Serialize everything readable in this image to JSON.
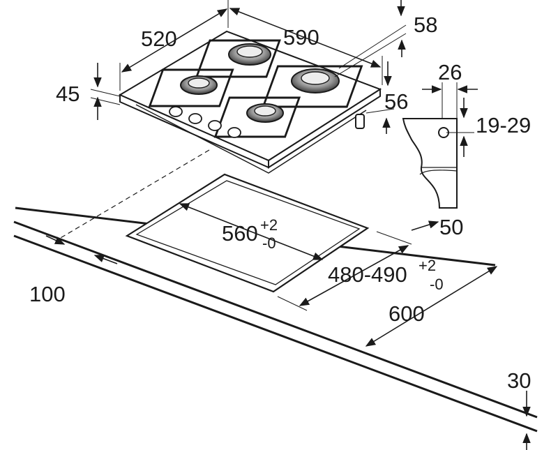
{
  "dimensions": {
    "hob_depth": "520",
    "hob_width": "590",
    "hob_height_above": "58",
    "hob_height_side": "56",
    "glass_thickness": "45",
    "clip_width": "26",
    "worktop_thickness_range": "19-29",
    "min_rear_distance": "50",
    "cutout_width": "560",
    "cutout_width_tol_plus": "+2",
    "cutout_width_tol_minus": "-0",
    "cutout_depth": "480-490",
    "cutout_depth_tol_plus": "+2",
    "cutout_depth_tol_minus": "-0",
    "min_side_distance": "100",
    "worktop_depth": "600",
    "worktop_min_thickness": "30"
  }
}
